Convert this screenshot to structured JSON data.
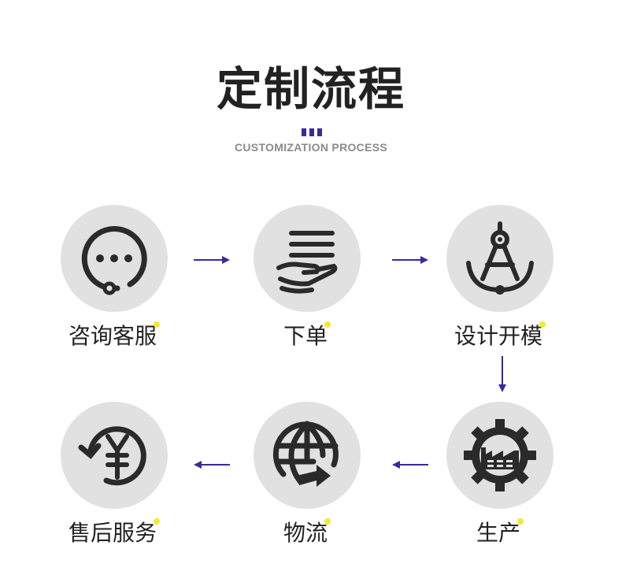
{
  "title": "定制流程",
  "subtitle": "CUSTOMIZATION PROCESS",
  "colors": {
    "accent": "#3b2a9a",
    "arrow": "#3b2a9a",
    "circle": "#e1e1e1",
    "icon": "#2a2a2a",
    "dot": "#f3ea2b"
  },
  "steps": [
    {
      "label": "咨询客服",
      "icon": "chat-bubble-icon"
    },
    {
      "label": "下单",
      "icon": "hand-with-lines-icon"
    },
    {
      "label": "设计开模",
      "icon": "drafting-compass-icon"
    },
    {
      "label": "生产",
      "icon": "factory-gear-icon"
    },
    {
      "label": "物流",
      "icon": "globe-shipping-icon"
    },
    {
      "label": "售后服务",
      "icon": "yen-refund-icon"
    }
  ]
}
